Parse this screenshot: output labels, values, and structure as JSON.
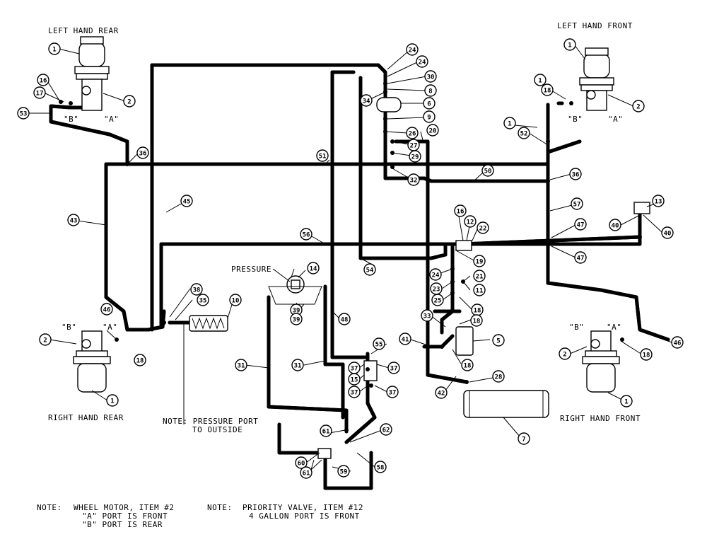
{
  "labels": {
    "left_hand_rear": "LEFT HAND REAR",
    "left_hand_front": "LEFT HAND FRONT",
    "right_hand_rear": "RIGHT HAND REAR",
    "right_hand_front": "RIGHT HAND FRONT",
    "pressure": "PRESSURE",
    "port_b": "\"B\"",
    "port_a": "\"A\""
  },
  "notes": {
    "pressure_port_line1": "NOTE: PRESSURE PORT",
    "pressure_port_line2": "TO OUTSIDE",
    "wheel_motor_label": "NOTE:",
    "wheel_motor_line1": "WHEEL MOTOR, ITEM #2",
    "wheel_motor_line2": "\"A\" PORT IS FRONT",
    "wheel_motor_line3": "\"B\" PORT IS REAR",
    "priority_label": "NOTE:",
    "priority_line1": "PRIORITY VALVE, ITEM #12",
    "priority_line2": "4 GALLON PORT IS FRONT"
  },
  "callouts": {
    "lhr_motor": "1",
    "lhr_wheel": "2",
    "lhr_16": "16",
    "lhr_17": "17",
    "lhr_53": "53",
    "lhf_motor": "1",
    "lhf_wheel": "2",
    "lhf_18": "18",
    "lhf_1b": "1",
    "lhf_52": "52",
    "rhr_wheel": "2",
    "rhr_18": "18",
    "rhr_motor": "1",
    "rhf_wheel": "2",
    "rhf_18": "18",
    "rhf_motor": "1",
    "rhf_46": "46",
    "c24a": "24",
    "c24b": "24",
    "c30": "30",
    "c34": "34",
    "c8": "8",
    "c6": "6",
    "c9": "9",
    "c26a": "26",
    "c27": "27",
    "c29": "29",
    "c20": "20",
    "c32": "32",
    "c51": "51",
    "c50": "50",
    "c36l": "36",
    "c36r": "36",
    "c43": "43",
    "c45": "45",
    "c56": "56",
    "c57": "57",
    "c13": "13",
    "c47a": "47",
    "c47b": "47",
    "c40a": "40",
    "c40b": "40",
    "c16m": "16",
    "c12": "12",
    "c22": "22",
    "c54": "54",
    "c19": "19",
    "c24m": "24",
    "c21": "21",
    "c23": "23",
    "c11": "11",
    "c25": "25",
    "c18m": "18",
    "c33": "33",
    "c18n": "18",
    "c5": "5",
    "c18o": "18",
    "c41": "41",
    "c55": "55",
    "c14": "14",
    "c38": "38",
    "c35": "35",
    "c10": "10",
    "c39a": "39",
    "c39b": "39",
    "c46l": "46",
    "c48": "48",
    "c31a": "31",
    "c31b": "31",
    "c37a": "37",
    "c37b": "37",
    "c15": "15",
    "c37c": "37",
    "c37d": "37",
    "c42": "42",
    "c28": "28",
    "c7": "7",
    "c61a": "61",
    "c60": "60",
    "c62": "62",
    "c61b": "61",
    "c59": "59",
    "c58": "58"
  }
}
